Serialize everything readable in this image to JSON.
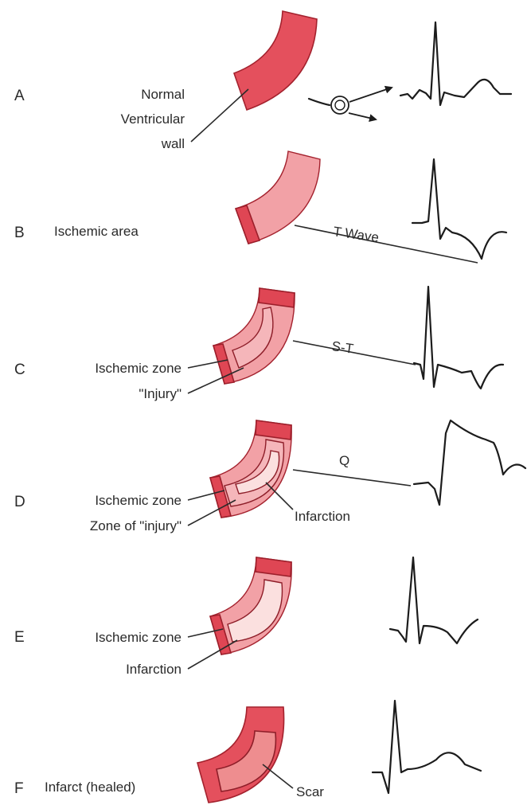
{
  "panels": {
    "a": {
      "letter": "A",
      "label_line1": "Normal",
      "label_line2": "Ventricular",
      "label_line3": "wall"
    },
    "b": {
      "letter": "B",
      "label": "Ischemic area",
      "ecg_annotation": "T Wave"
    },
    "c": {
      "letter": "C",
      "label1": "Ischemic zone",
      "label2": "\"Injury\"",
      "ecg_annotation": "S-T"
    },
    "d": {
      "letter": "D",
      "label1": "Ischemic zone",
      "label2": "Zone of \"injury\"",
      "label3": "Infarction",
      "ecg_annotation": "Q"
    },
    "e": {
      "letter": "E",
      "label1": "Ischemic zone",
      "label2": "Infarction"
    },
    "f": {
      "letter": "F",
      "label1": "Infarct (healed)",
      "label2": "Scar"
    }
  },
  "colors": {
    "normal_wall": "#e4505d",
    "ischemic": "#f2a1a6",
    "injury": "#f5b6ba",
    "infarction": "#fbe0df",
    "scar": "#ee8d8f",
    "ecg_trace": "#1c1c1c"
  },
  "icons": {
    "depolarization_vector": "circled-g-with-arrows-icon"
  }
}
